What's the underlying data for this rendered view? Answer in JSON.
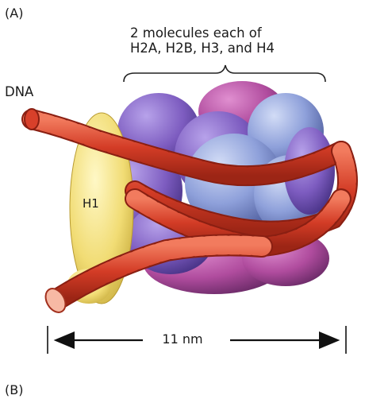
{
  "panels": {
    "a_label": "(A)",
    "b_label": "(B)"
  },
  "annotations": {
    "histone_caption_line1": "2 molecules each of",
    "histone_caption_line2": "H2A, H2B, H3, and H4",
    "dna_label": "DNA",
    "h1_label": "H1",
    "scale_label": "11 nm"
  },
  "colors": {
    "dna_red": "#d8402a",
    "h1_yellow": "#f3e27a",
    "histone_purple": "#8a63c4",
    "histone_magenta": "#b94fa0",
    "histone_blue": "#8fa2dc"
  }
}
